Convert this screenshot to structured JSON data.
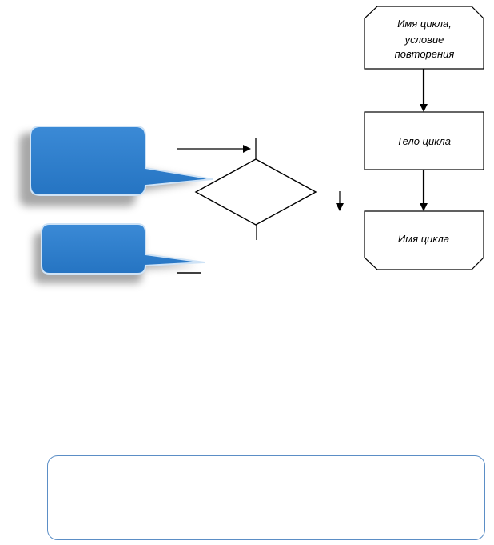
{
  "flowchart": {
    "loop_start": {
      "line1": "Имя цикла,",
      "line2": "условие",
      "line3": "повторения"
    },
    "loop_body": "Тело цикла",
    "loop_end": "Имя цикла"
  },
  "colors": {
    "callout_fill": "#2e7fcc",
    "callout_shadow": "#8a8a8a",
    "note_border": "#5b8ec6",
    "stroke": "#000000"
  }
}
